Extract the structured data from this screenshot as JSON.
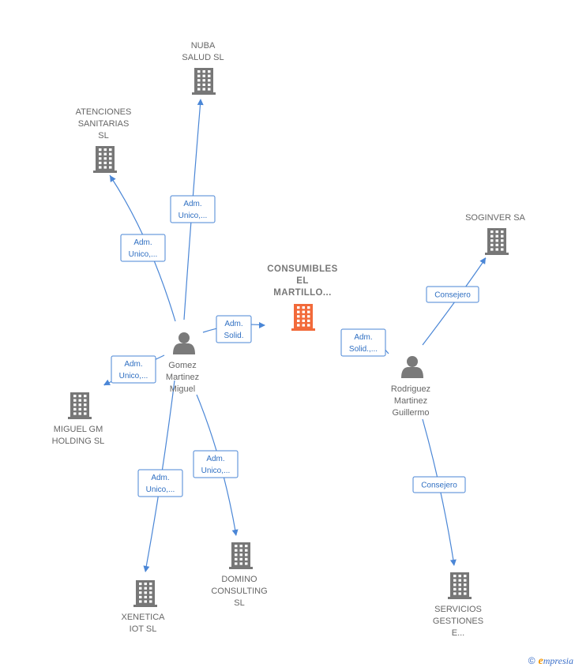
{
  "colors": {
    "edge": "#4a86d6",
    "edge_label_text": "#2f6fc2",
    "company_icon": "#777777",
    "center_company_icon": "#f26a3a",
    "person_icon": "#7a7a7a",
    "node_label": "#666666"
  },
  "nodes": [
    {
      "id": "consumibles",
      "type": "company",
      "highlight": true,
      "icon": "building-icon",
      "label": [
        "CONSUMIBLES",
        "EL",
        "MARTILLO..."
      ]
    },
    {
      "id": "nuba",
      "type": "company",
      "icon": "building-icon",
      "label": [
        "NUBA",
        "SALUD  SL"
      ]
    },
    {
      "id": "atenciones",
      "type": "company",
      "icon": "building-icon",
      "label": [
        "ATENCIONES",
        "SANITARIAS",
        "SL"
      ]
    },
    {
      "id": "soginver",
      "type": "company",
      "icon": "building-icon",
      "label": [
        "SOGINVER SA"
      ]
    },
    {
      "id": "miguelgm",
      "type": "company",
      "icon": "building-icon",
      "label": [
        "MIGUEL GM",
        "HOLDING  SL"
      ]
    },
    {
      "id": "xenetica",
      "type": "company",
      "icon": "building-icon",
      "label": [
        "XENETICA",
        "IOT  SL"
      ]
    },
    {
      "id": "domino",
      "type": "company",
      "icon": "building-icon",
      "label": [
        "DOMINO",
        "CONSULTING",
        "SL"
      ]
    },
    {
      "id": "servicios",
      "type": "company",
      "icon": "building-icon",
      "label": [
        "SERVICIOS",
        "GESTIONES",
        "E..."
      ]
    },
    {
      "id": "gomez",
      "type": "person",
      "icon": "person-icon",
      "label": [
        "Gomez",
        "Martinez",
        "Miguel"
      ]
    },
    {
      "id": "rodriguez",
      "type": "person",
      "icon": "person-icon",
      "label": [
        "Rodriguez",
        "Martinez",
        "Guillermo"
      ]
    }
  ],
  "edges": [
    {
      "from": "gomez",
      "to": "nuba",
      "label": [
        "Adm.",
        "Unico,..."
      ]
    },
    {
      "from": "gomez",
      "to": "atenciones",
      "label": [
        "Adm.",
        "Unico,..."
      ]
    },
    {
      "from": "gomez",
      "to": "consumibles",
      "label": [
        "Adm.",
        "Solid."
      ]
    },
    {
      "from": "gomez",
      "to": "miguelgm",
      "label": [
        "Adm.",
        "Unico,..."
      ]
    },
    {
      "from": "gomez",
      "to": "xenetica",
      "label": [
        "Adm.",
        "Unico,..."
      ]
    },
    {
      "from": "gomez",
      "to": "domino",
      "label": [
        "Adm.",
        "Unico,..."
      ]
    },
    {
      "from": "rodriguez",
      "to": "consumibles",
      "label": [
        "Adm.",
        "Solid.,..."
      ]
    },
    {
      "from": "rodriguez",
      "to": "soginver",
      "label": [
        "Consejero"
      ]
    },
    {
      "from": "rodriguez",
      "to": "servicios",
      "label": [
        "Consejero"
      ]
    }
  ],
  "brand": {
    "copyright": "©",
    "initial": "e",
    "rest": "mpresia"
  }
}
